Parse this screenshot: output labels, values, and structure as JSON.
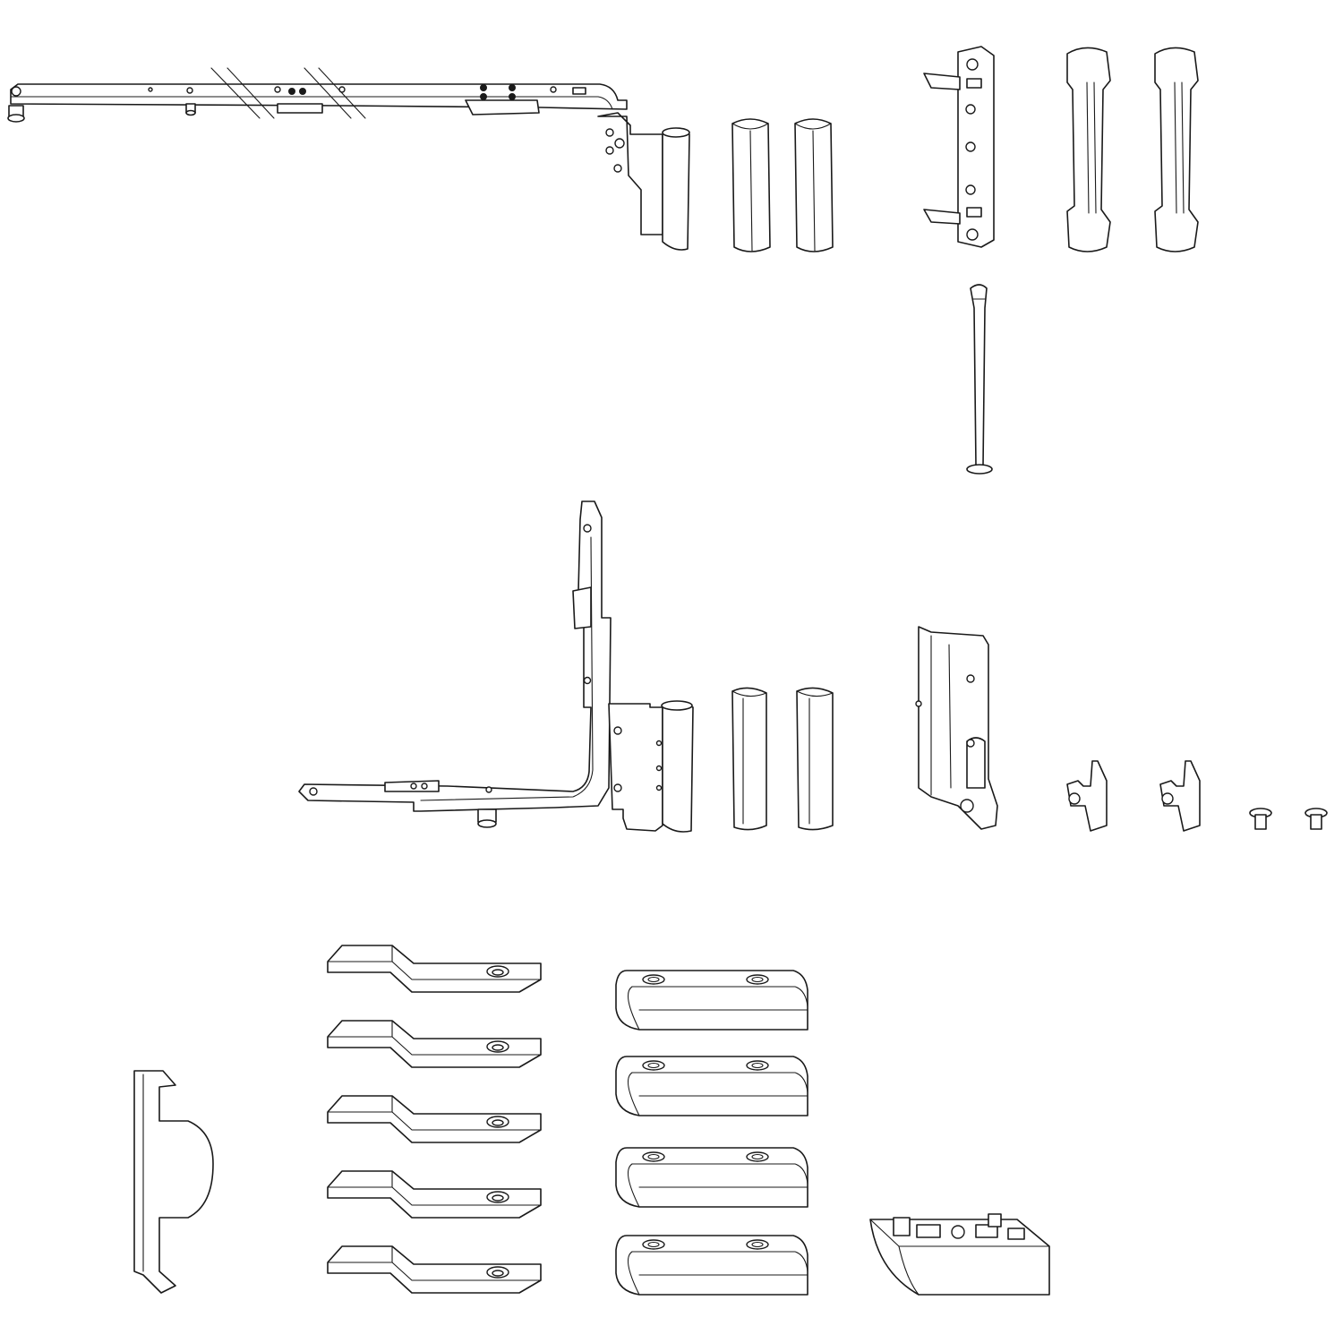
{
  "sheet": {
    "background": "#ffffff",
    "line_color": "#1a1a1a"
  },
  "parts": [
    "upper-stay-arm",
    "hinge-upper",
    "hinge-cover-cap",
    "hinge-cover-cap",
    "frame-hinge-bracket",
    "frame-hinge-cover",
    "frame-hinge-cover",
    "hinge-pin",
    "corner-stay-arm",
    "hinge-lower",
    "hinge-cover-cap",
    "hinge-cover-cap",
    "frame-hinge-bearing",
    "clip",
    "clip",
    "stud",
    "stud",
    "drive-adapter",
    "packing-shim",
    "packing-shim",
    "packing-shim",
    "packing-shim",
    "packing-shim",
    "packing-block",
    "packing-block",
    "packing-block",
    "packing-block",
    "glazing-wedge"
  ]
}
